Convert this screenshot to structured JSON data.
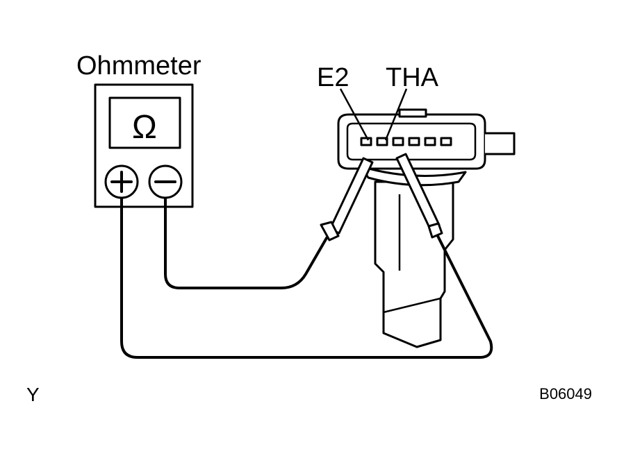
{
  "labels": {
    "meter_title": "Ohmmeter",
    "pin_e2": "E2",
    "pin_tha": "THA",
    "corner_left": "Y",
    "figure_code": "B06049"
  },
  "meter": {
    "display_symbol": "Ω",
    "positive_terminal": "+",
    "negative_terminal": "−"
  },
  "icons": {
    "ohmmeter": "ohmmeter-icon",
    "sensor": "intake-air-temperature-sensor-icon",
    "probe": "test-probe-icon"
  }
}
